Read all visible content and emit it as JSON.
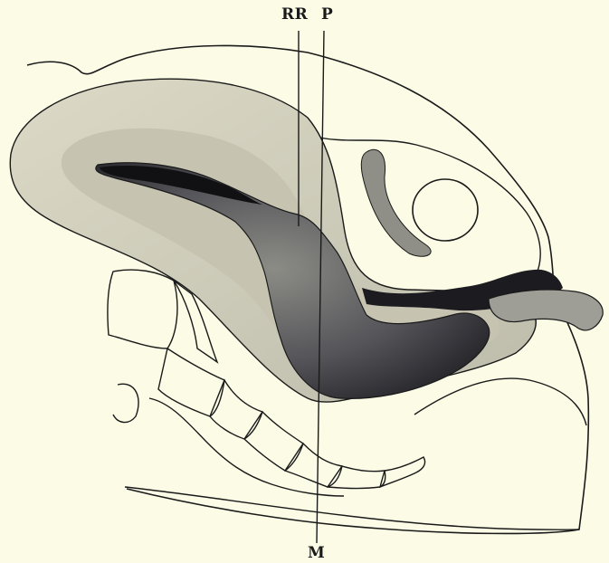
{
  "labels": {
    "rr": "RR",
    "p": "P",
    "m": "M"
  },
  "colors": {
    "background": "#fbfbe6",
    "ink": "#1a1a1a",
    "tissue_light": "#d2d0bd",
    "tissue_mid": "#8a8a80",
    "cavity_dark": "#1c1c20"
  }
}
